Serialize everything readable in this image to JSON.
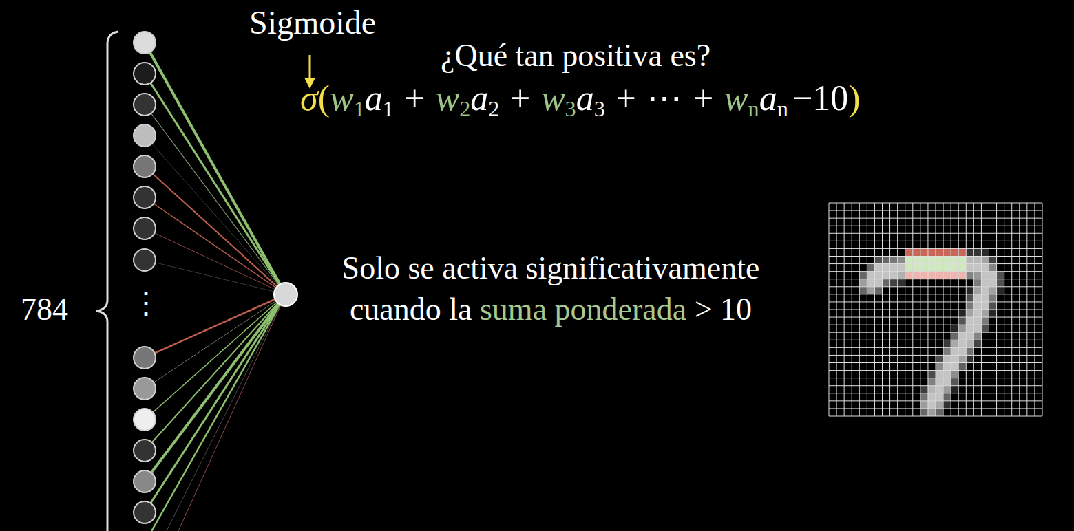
{
  "diagram": {
    "labels": [
      "Sigmoide",
      "¿Qué tan positiva es?",
      "σ",
      "(",
      "w",
      "1",
      "a",
      "1",
      "+",
      "w",
      "2",
      "a",
      "2",
      "+",
      "w",
      "3",
      "a",
      "3",
      "+",
      "⋯",
      "+",
      "w",
      "n",
      "a",
      "n",
      "−10",
      ")",
      "Solo se activa significativamente",
      "cuando la",
      "suma ponderada",
      "> 10",
      "784",
      "⋮"
    ]
  }
}
